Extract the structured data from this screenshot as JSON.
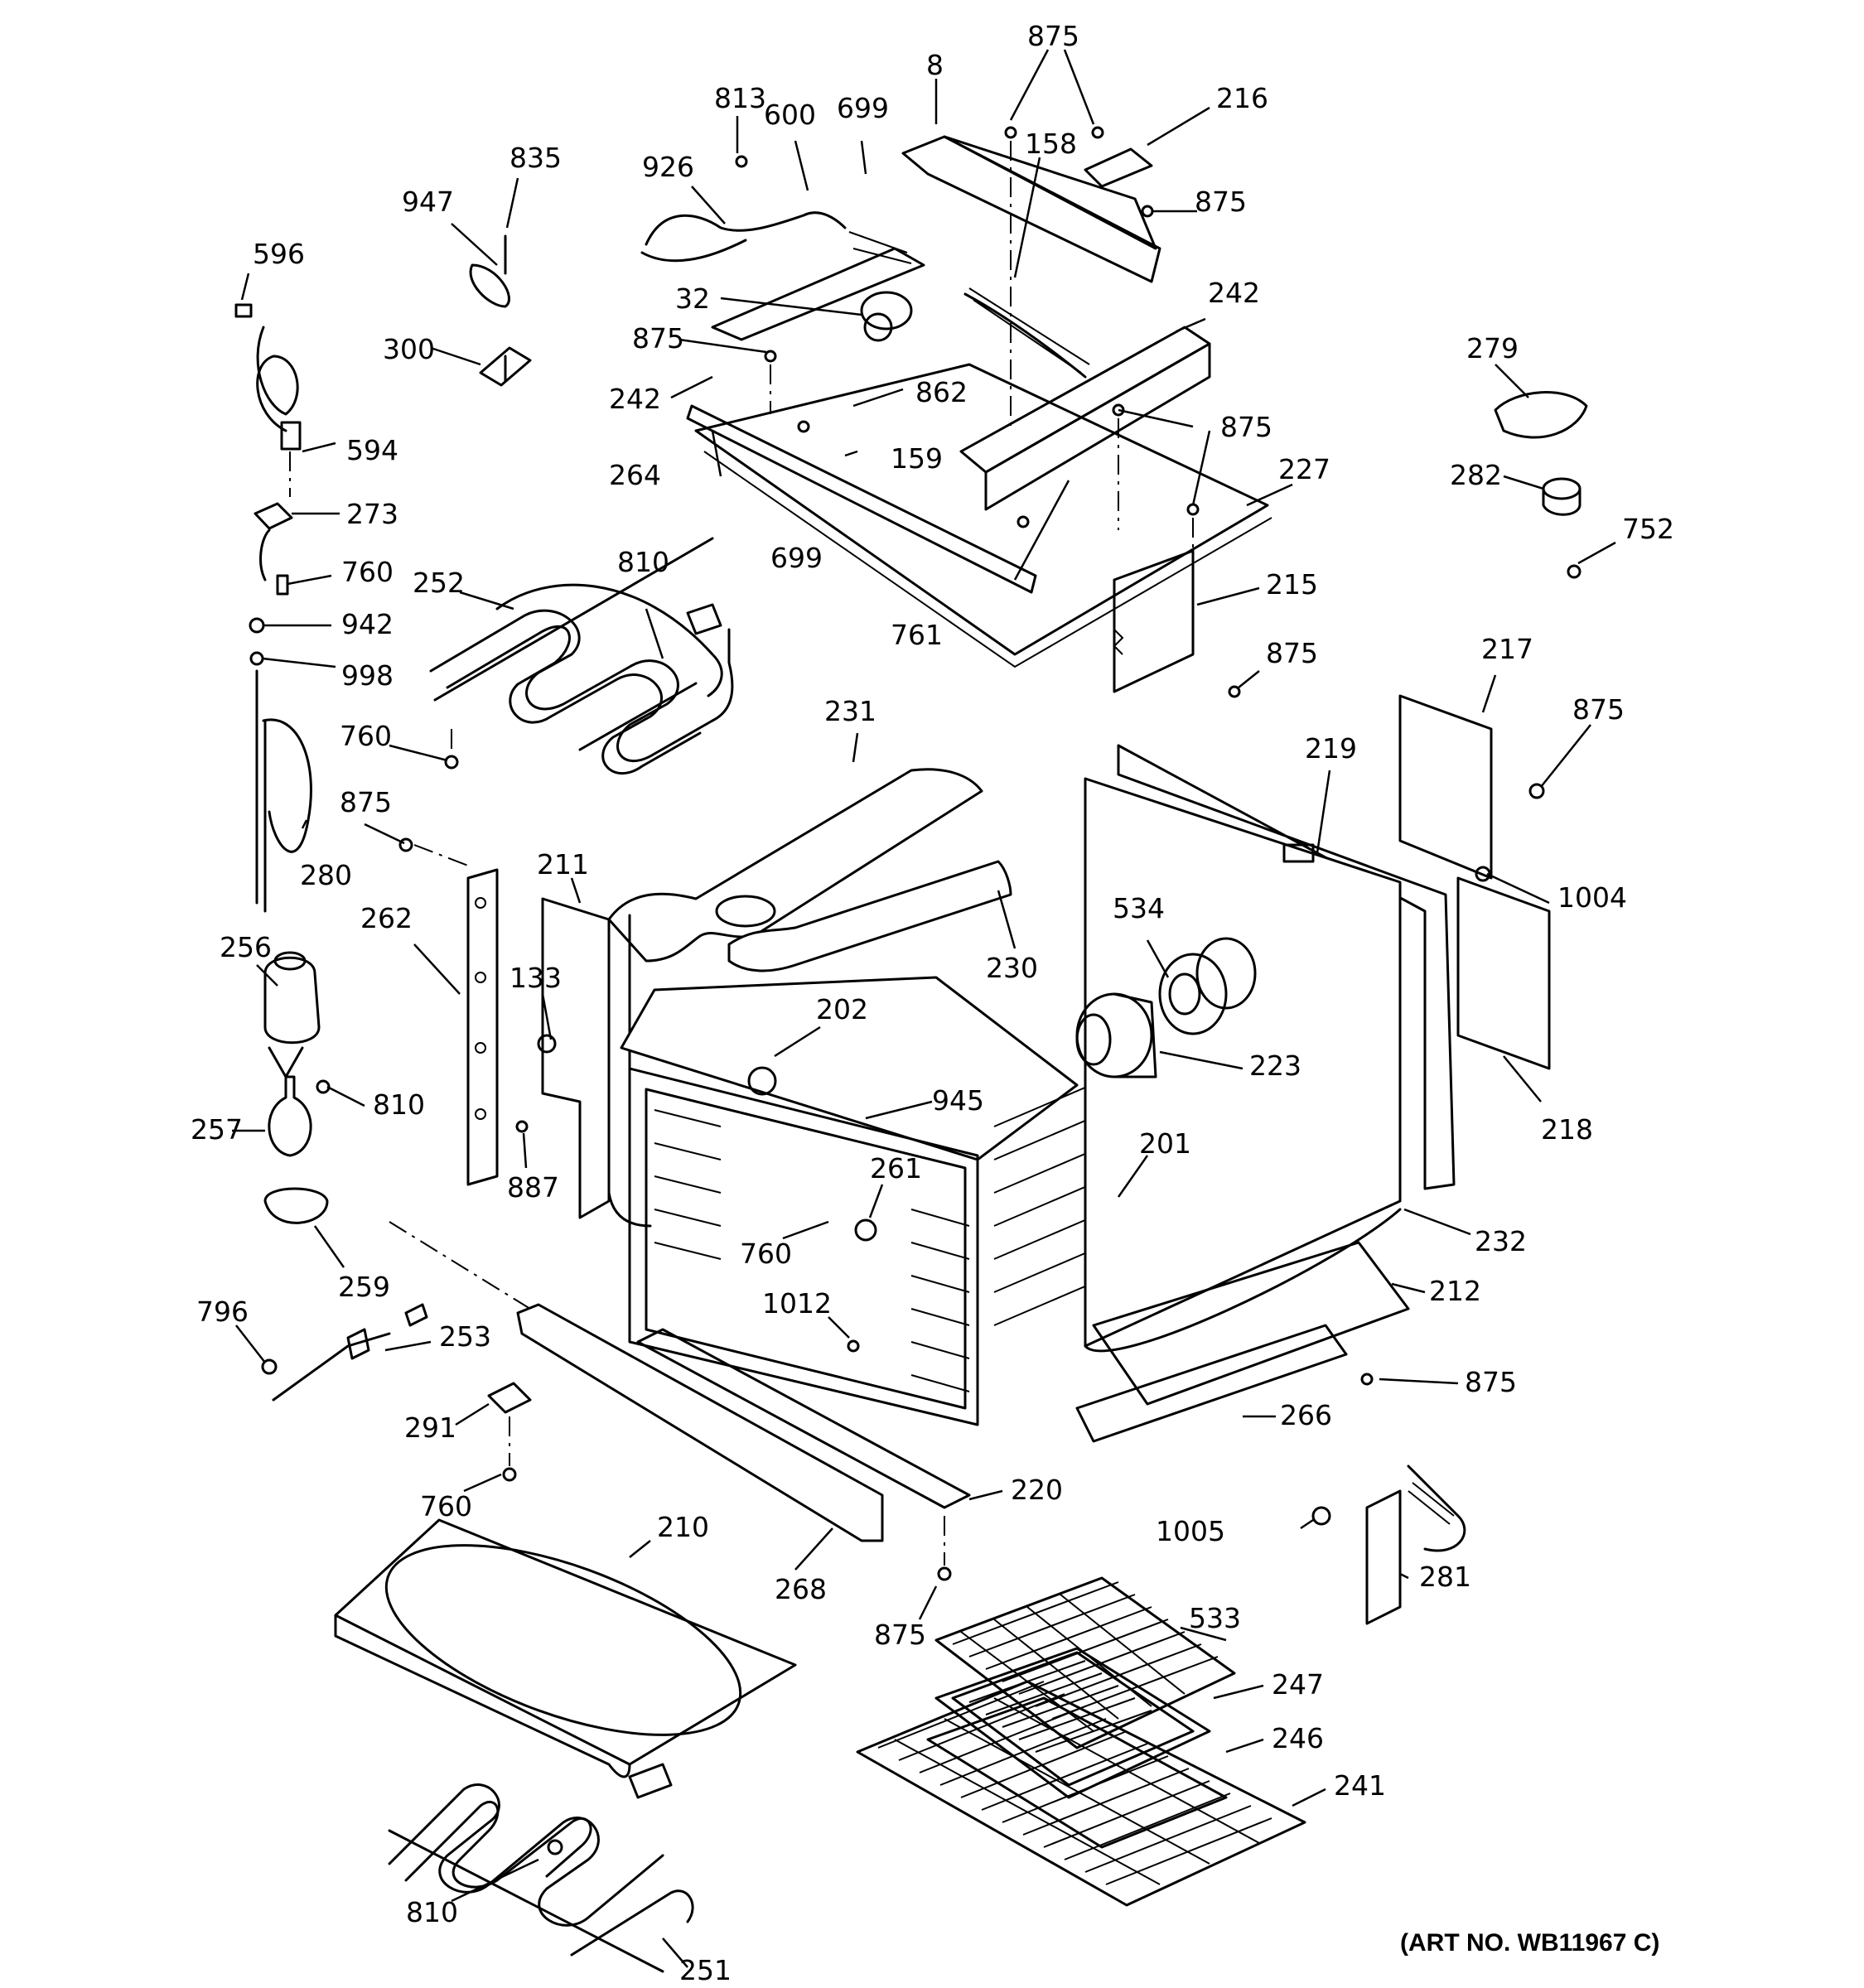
{
  "callouts": [
    "875",
    "8",
    "216",
    "813",
    "600",
    "699",
    "158",
    "926",
    "875",
    "835",
    "947",
    "596",
    "32",
    "242",
    "875",
    "300",
    "242",
    "862",
    "264",
    "159",
    "875",
    "594",
    "699",
    "227",
    "273",
    "752",
    "279",
    "282",
    "760",
    "942",
    "998",
    "810",
    "252",
    "215",
    "761",
    "875",
    "217",
    "875",
    "231",
    "219",
    "760",
    "875",
    "211",
    "1004",
    "534",
    "262",
    "230",
    "280",
    "256",
    "133",
    "202",
    "223",
    "810",
    "257",
    "945",
    "218",
    "261",
    "201",
    "887",
    "760",
    "232",
    "259",
    "212",
    "796",
    "1012",
    "253",
    "875",
    "266",
    "291",
    "220",
    "760",
    "210",
    "1005",
    "281",
    "268",
    "875",
    "533",
    "247",
    "246",
    "241",
    "810",
    "251"
  ],
  "art_number": "(ART NO. WB11967 C)"
}
